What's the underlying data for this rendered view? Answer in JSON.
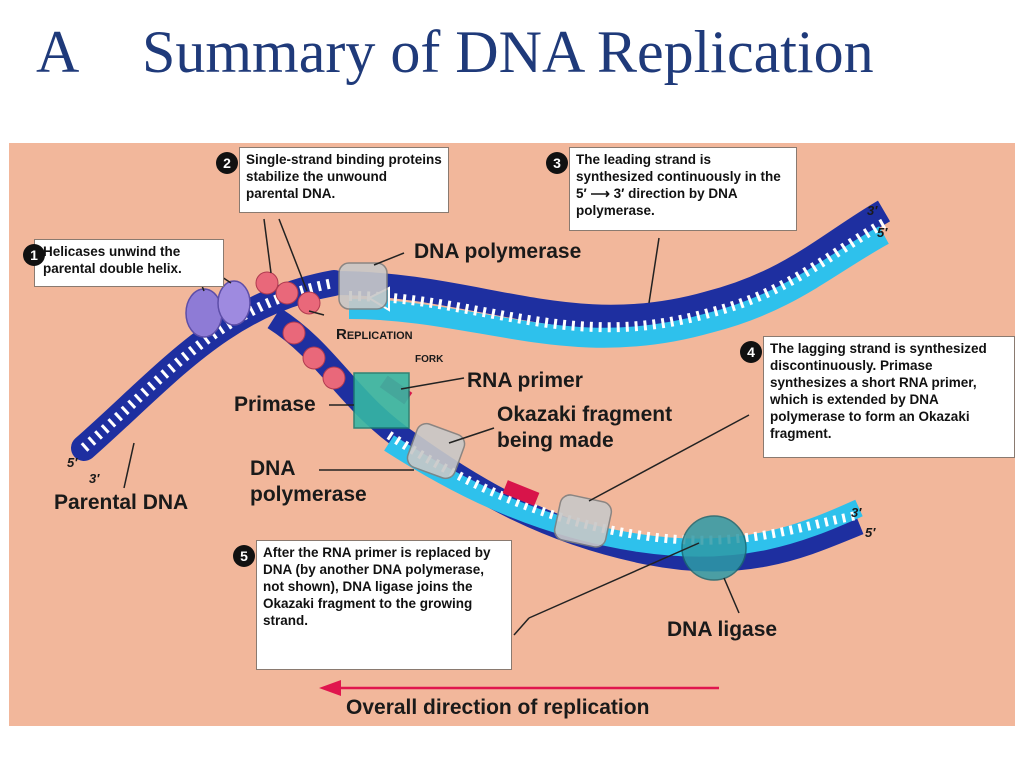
{
  "title": {
    "letter": "A",
    "text": "Summary of DNA Replication"
  },
  "colors": {
    "background": "#f2b79b",
    "parental_strand": "#1e2fa0",
    "new_strand": "#2ec1ec",
    "primer": "#d8144a",
    "helicase": "#8e7bd6",
    "ssb": "#e9687a",
    "primase": "#36b8a4",
    "polymerase": "#c8c8c8",
    "ligase": "#2e9aa6",
    "direction_arrow": "#e0164e"
  },
  "labels": {
    "dna_polymerase_top": "DNA polymerase",
    "replication_fork_1": "Replication",
    "replication_fork_2": "fork",
    "rna_primer": "RNA primer",
    "primase": "Primase",
    "okazaki_1": "Okazaki fragment",
    "okazaki_2": "being made",
    "dna_polymerase_left_1": "DNA",
    "dna_polymerase_left_2": "polymerase",
    "parental_dna": "Parental DNA",
    "dna_ligase": "DNA ligase",
    "overall_direction": "Overall direction of replication"
  },
  "ends": {
    "top_3": "3′",
    "top_5": "5′",
    "left_5": "5′",
    "left_3": "3′",
    "right_3": "3′",
    "right_5": "5′"
  },
  "callouts": [
    {
      "number": "1",
      "text": "Helicases unwind the parental double helix."
    },
    {
      "number": "2",
      "text": "Single-strand binding proteins stabilize the unwound parental DNA."
    },
    {
      "number": "3",
      "text": "The leading strand is synthesized continuously in the 5′ ⟶ 3′ direction by DNA polymerase."
    },
    {
      "number": "4",
      "text": "The lagging strand is synthesized discontinuously. Primase synthesizes a short RNA primer, which is extended by DNA polymerase to form an Okazaki fragment."
    },
    {
      "number": "5",
      "text": "After the RNA primer is replaced by DNA (by another DNA polymerase, not shown), DNA ligase joins the Okazaki fragment to the growing strand."
    }
  ]
}
